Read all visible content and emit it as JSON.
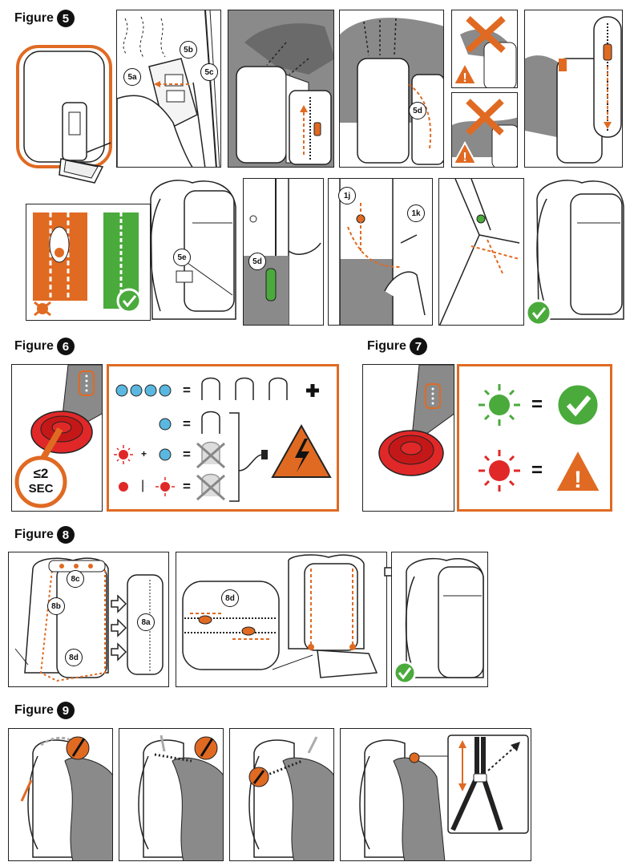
{
  "figure_word": "Figure",
  "figures": {
    "f5": "5",
    "f6": "6",
    "f7": "7",
    "f8": "8",
    "f9": "9"
  },
  "callouts": {
    "c5a": "5a",
    "c5b": "5b",
    "c5c": "5c",
    "c5d": "5d",
    "c5e": "5e",
    "c1j": "1j",
    "c1k": "1k",
    "c8a": "8a",
    "c8b": "8b",
    "c8c": "8c",
    "c8d": "8d"
  },
  "fig6": {
    "press_limit": "≤2",
    "press_unit": "SEC",
    "equals": "=",
    "plus": "+",
    "separator": "|"
  },
  "fig7": {
    "equals": "="
  },
  "colors": {
    "orange": "#e06a22",
    "green": "#4aaa3c",
    "blue": "#5ab8e0",
    "red": "#e02828",
    "gray": "#8a8a8a"
  }
}
